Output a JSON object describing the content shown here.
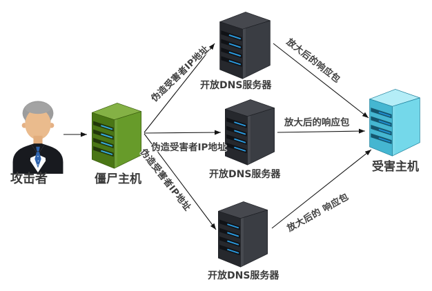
{
  "nodes": {
    "attacker": {
      "label": "攻击者"
    },
    "zombie_host": {
      "label": "僵尸主机"
    },
    "dns_server_top": {
      "label": "开放DNS服务器"
    },
    "dns_server_mid": {
      "label": "开放DNS服务器"
    },
    "dns_server_bot": {
      "label": "开放DNS服务器"
    },
    "victim_host": {
      "label": "受害主机"
    }
  },
  "edges": {
    "spoofed_ip_top": {
      "label": "伪造受害者IP地址"
    },
    "spoofed_ip_mid": {
      "label": "伪造受害者IP地址"
    },
    "spoofed_ip_bot": {
      "label": "伪造受害者IP地址"
    },
    "amplified_top": {
      "label": "放大后的响应包"
    },
    "amplified_mid": {
      "label": "放大后的响应包"
    },
    "amplified_bot": {
      "label": "放大后的 响应包"
    }
  },
  "colors": {
    "background": "#ffffff",
    "arrow": "#151515",
    "label_text": "#3a3a3a",
    "server_dark_body": "#3a3d43",
    "server_green_body": "#679b2a",
    "server_cyan_body": "#74d8ea",
    "server_slot_led_blue": "#2b9be0",
    "suit_black": "#181a1f",
    "tie_blue": "#2e63ad",
    "skin": "#eabb8d",
    "hair_gray": "#9c9c9c"
  }
}
